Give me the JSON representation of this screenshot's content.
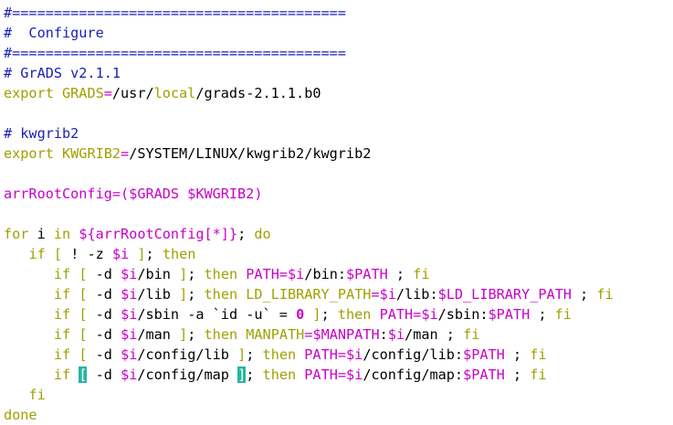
{
  "colors": {
    "comment": "#1a20b8",
    "keyword": "#a0a000",
    "identifier": "#c800c8",
    "text": "#000000",
    "highlight": "#27b5a0",
    "background": "#ffffff"
  },
  "lines": [
    [
      {
        "t": "#========================================",
        "c": "c"
      }
    ],
    [
      {
        "t": "#  Configure",
        "c": "c"
      }
    ],
    [
      {
        "t": "#========================================",
        "c": "c"
      }
    ],
    [
      {
        "t": "# GrADS v2.1.1",
        "c": "c"
      }
    ],
    [
      {
        "t": "export ",
        "c": "k"
      },
      {
        "t": "GRADS",
        "c": "k"
      },
      {
        "t": "=",
        "c": "p"
      },
      {
        "t": "/usr/",
        "c": "n"
      },
      {
        "t": "local",
        "c": "k"
      },
      {
        "t": "/grads-2.1.1.b0",
        "c": "n"
      }
    ],
    [],
    [
      {
        "t": "# kwgrib2",
        "c": "c"
      }
    ],
    [
      {
        "t": "export ",
        "c": "k"
      },
      {
        "t": "KWGRIB2",
        "c": "k"
      },
      {
        "t": "=",
        "c": "p"
      },
      {
        "t": "/SYSTEM/LINUX/kwgrib2/kwgrib2",
        "c": "n"
      }
    ],
    [],
    [
      {
        "t": "arrRootConfig",
        "c": "p"
      },
      {
        "t": "=(",
        "c": "p"
      },
      {
        "t": "$GRADS $KWGRIB2",
        "c": "p"
      },
      {
        "t": ")",
        "c": "p"
      }
    ],
    [],
    [
      {
        "t": "for",
        "c": "k"
      },
      {
        "t": " i ",
        "c": "n"
      },
      {
        "t": "in",
        "c": "k"
      },
      {
        "t": " ",
        "c": "n"
      },
      {
        "t": "${arrRootConfig[*]}",
        "c": "p"
      },
      {
        "t": "; ",
        "c": "n"
      },
      {
        "t": "do",
        "c": "k"
      }
    ],
    [
      {
        "t": "   ",
        "c": "n"
      },
      {
        "t": "if",
        "c": "k"
      },
      {
        "t": " ",
        "c": "n"
      },
      {
        "t": "[",
        "c": "k"
      },
      {
        "t": " ! -z ",
        "c": "n"
      },
      {
        "t": "$i",
        "c": "p"
      },
      {
        "t": " ",
        "c": "n"
      },
      {
        "t": "]",
        "c": "k"
      },
      {
        "t": "; ",
        "c": "n"
      },
      {
        "t": "then",
        "c": "k"
      }
    ],
    [
      {
        "t": "      ",
        "c": "n"
      },
      {
        "t": "if",
        "c": "k"
      },
      {
        "t": " ",
        "c": "n"
      },
      {
        "t": "[",
        "c": "k"
      },
      {
        "t": " -d ",
        "c": "n"
      },
      {
        "t": "$i",
        "c": "p"
      },
      {
        "t": "/bin ",
        "c": "n"
      },
      {
        "t": "]",
        "c": "k"
      },
      {
        "t": "; ",
        "c": "n"
      },
      {
        "t": "then",
        "c": "k"
      },
      {
        "t": " ",
        "c": "n"
      },
      {
        "t": "PATH",
        "c": "p"
      },
      {
        "t": "=",
        "c": "p"
      },
      {
        "t": "$i",
        "c": "p"
      },
      {
        "t": "/bin:",
        "c": "n"
      },
      {
        "t": "$PATH",
        "c": "p"
      },
      {
        "t": " ; ",
        "c": "n"
      },
      {
        "t": "fi",
        "c": "k"
      }
    ],
    [
      {
        "t": "      ",
        "c": "n"
      },
      {
        "t": "if",
        "c": "k"
      },
      {
        "t": " ",
        "c": "n"
      },
      {
        "t": "[",
        "c": "k"
      },
      {
        "t": " -d ",
        "c": "n"
      },
      {
        "t": "$i",
        "c": "p"
      },
      {
        "t": "/lib ",
        "c": "n"
      },
      {
        "t": "]",
        "c": "k"
      },
      {
        "t": "; ",
        "c": "n"
      },
      {
        "t": "then",
        "c": "k"
      },
      {
        "t": " ",
        "c": "n"
      },
      {
        "t": "LD_LIBRARY_PATH",
        "c": "k"
      },
      {
        "t": "=",
        "c": "p"
      },
      {
        "t": "$i",
        "c": "p"
      },
      {
        "t": "/lib:",
        "c": "n"
      },
      {
        "t": "$LD_LIBRARY_PATH",
        "c": "p"
      },
      {
        "t": " ; ",
        "c": "n"
      },
      {
        "t": "fi",
        "c": "k"
      }
    ],
    [
      {
        "t": "      ",
        "c": "n"
      },
      {
        "t": "if",
        "c": "k"
      },
      {
        "t": " ",
        "c": "n"
      },
      {
        "t": "[",
        "c": "k"
      },
      {
        "t": " -d ",
        "c": "n"
      },
      {
        "t": "$i",
        "c": "p"
      },
      {
        "t": "/sbin -a `id -u` = ",
        "c": "n"
      },
      {
        "t": "0",
        "c": "d",
        "b": true
      },
      {
        "t": " ",
        "c": "n"
      },
      {
        "t": "]",
        "c": "k"
      },
      {
        "t": "; ",
        "c": "n"
      },
      {
        "t": "then",
        "c": "k"
      },
      {
        "t": " ",
        "c": "n"
      },
      {
        "t": "PATH",
        "c": "p"
      },
      {
        "t": "=",
        "c": "p"
      },
      {
        "t": "$i",
        "c": "p"
      },
      {
        "t": "/sbin:",
        "c": "n"
      },
      {
        "t": "$PATH",
        "c": "p"
      },
      {
        "t": " ; ",
        "c": "n"
      },
      {
        "t": "fi",
        "c": "k"
      }
    ],
    [
      {
        "t": "      ",
        "c": "n"
      },
      {
        "t": "if",
        "c": "k"
      },
      {
        "t": " ",
        "c": "n"
      },
      {
        "t": "[",
        "c": "k"
      },
      {
        "t": " -d ",
        "c": "n"
      },
      {
        "t": "$i",
        "c": "p"
      },
      {
        "t": "/man ",
        "c": "n"
      },
      {
        "t": "]",
        "c": "k"
      },
      {
        "t": "; ",
        "c": "n"
      },
      {
        "t": "then",
        "c": "k"
      },
      {
        "t": " ",
        "c": "n"
      },
      {
        "t": "MANPATH",
        "c": "k"
      },
      {
        "t": "=",
        "c": "p"
      },
      {
        "t": "$MANPATH",
        "c": "p"
      },
      {
        "t": ":",
        "c": "n"
      },
      {
        "t": "$i",
        "c": "p"
      },
      {
        "t": "/man ; ",
        "c": "n"
      },
      {
        "t": "fi",
        "c": "k"
      }
    ],
    [
      {
        "t": "      ",
        "c": "n"
      },
      {
        "t": "if",
        "c": "k"
      },
      {
        "t": " ",
        "c": "n"
      },
      {
        "t": "[",
        "c": "k"
      },
      {
        "t": " -d ",
        "c": "n"
      },
      {
        "t": "$i",
        "c": "p"
      },
      {
        "t": "/config/lib ",
        "c": "n"
      },
      {
        "t": "]",
        "c": "k"
      },
      {
        "t": "; ",
        "c": "n"
      },
      {
        "t": "then",
        "c": "k"
      },
      {
        "t": " ",
        "c": "n"
      },
      {
        "t": "PATH",
        "c": "p"
      },
      {
        "t": "=",
        "c": "p"
      },
      {
        "t": "$i",
        "c": "p"
      },
      {
        "t": "/config/lib:",
        "c": "n"
      },
      {
        "t": "$PATH",
        "c": "p"
      },
      {
        "t": " ; ",
        "c": "n"
      },
      {
        "t": "fi",
        "c": "k"
      }
    ],
    [
      {
        "t": "      ",
        "c": "n"
      },
      {
        "t": "if",
        "c": "k"
      },
      {
        "t": " ",
        "c": "n"
      },
      {
        "t": "[",
        "c": "sel"
      },
      {
        "t": " -d ",
        "c": "n"
      },
      {
        "t": "$i",
        "c": "p"
      },
      {
        "t": "/config/map ",
        "c": "n"
      },
      {
        "t": "]",
        "c": "sel"
      },
      {
        "t": "; ",
        "c": "n"
      },
      {
        "t": "then",
        "c": "k"
      },
      {
        "t": " ",
        "c": "n"
      },
      {
        "t": "PATH",
        "c": "p"
      },
      {
        "t": "=",
        "c": "p"
      },
      {
        "t": "$i",
        "c": "p"
      },
      {
        "t": "/config/map:",
        "c": "n"
      },
      {
        "t": "$PATH",
        "c": "p"
      },
      {
        "t": " ; ",
        "c": "n"
      },
      {
        "t": "fi",
        "c": "k"
      }
    ],
    [
      {
        "t": "   ",
        "c": "n"
      },
      {
        "t": "fi",
        "c": "k"
      }
    ],
    [
      {
        "t": "done",
        "c": "k"
      }
    ]
  ]
}
